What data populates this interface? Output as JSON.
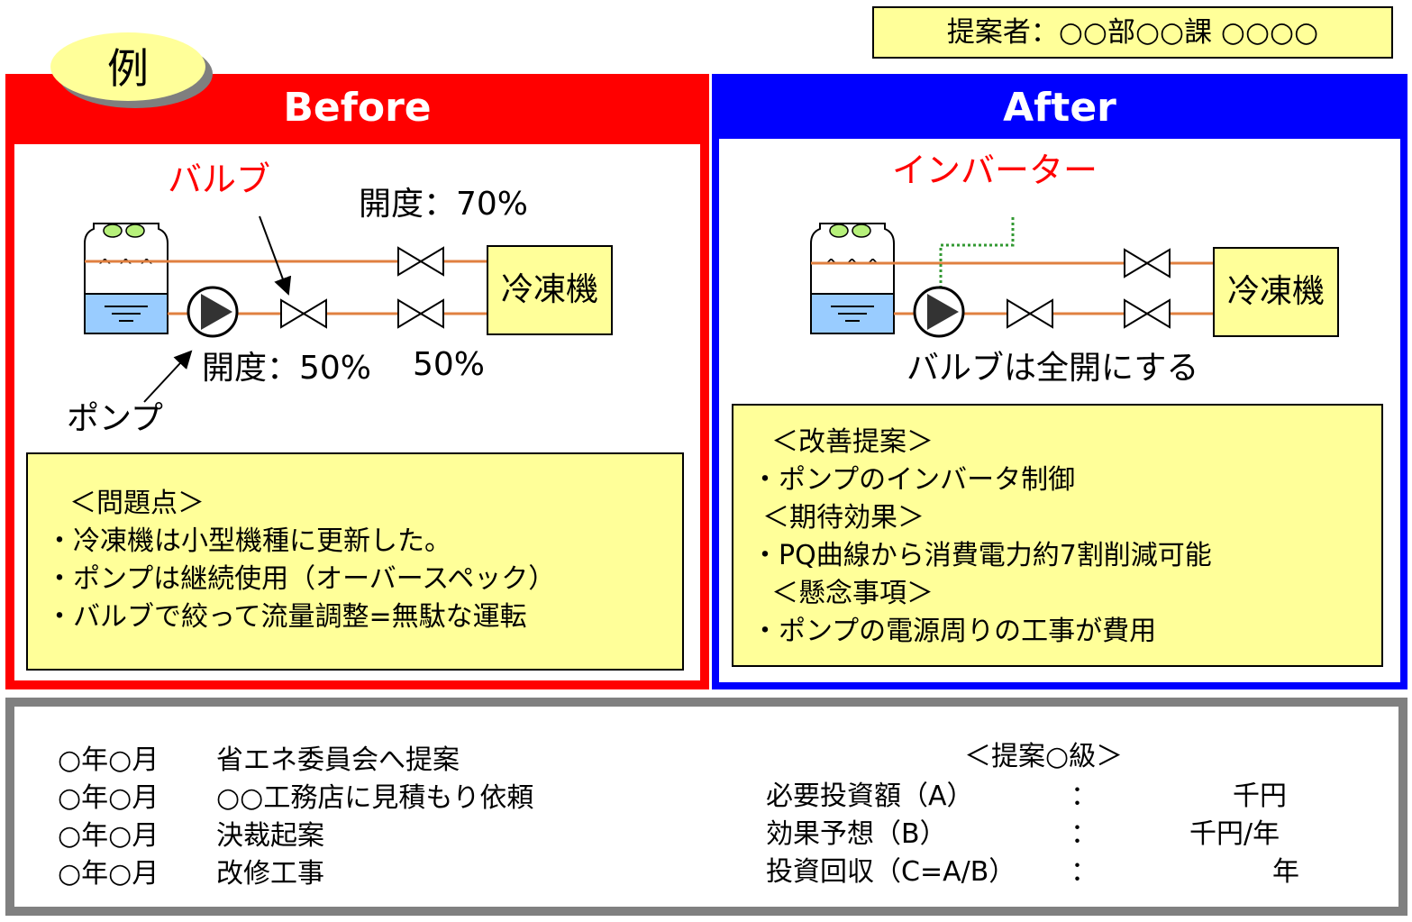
{
  "proposer": "提案者：○○部○○課 ○○○○",
  "example_badge": "例",
  "before": {
    "title": "Before",
    "valve_label": "バルブ",
    "opening_top": "開度：70%",
    "opening_mid": "開度：50%",
    "opening_right": "50%",
    "pump_label": "ポンプ",
    "chiller": "冷凍機",
    "note": {
      "heading": "＜問題点＞",
      "lines": [
        "・冷凍機は小型機種に更新した。",
        "・ポンプは継続使用（オーバースペック）",
        "・バルブで絞って流量調整=無駄な運転"
      ]
    }
  },
  "after": {
    "title": "After",
    "inverter_label": "インバーター",
    "valve_note": "バルブは全開にする",
    "chiller": "冷凍機",
    "note": {
      "heading1": "＜改善提案＞",
      "line1": "・ポンプのインバータ制御",
      "heading2": "＜期待効果＞",
      "line2": "・PQ曲線から消費電力約7割削減可能",
      "heading3": "＜懸念事項＞",
      "line3": "・ポンプの電源周りの工事が費用"
    }
  },
  "schedule": [
    {
      "date": "○年○月",
      "task": "省エネ委員会へ提案"
    },
    {
      "date": "○年○月",
      "task": "○○工務店に見積もり依頼"
    },
    {
      "date": "○年○月",
      "task": "決裁起案"
    },
    {
      "date": "○年○月",
      "task": "改修工事"
    }
  ],
  "summary": {
    "heading": "＜提案○級＞",
    "rows": [
      {
        "label": "必要投資額（A）",
        "sep": "：",
        "unit": "千円"
      },
      {
        "label": "効果予想（B）",
        "sep": "：",
        "unit": "千円/年"
      },
      {
        "label": "投資回収（C=A/B）",
        "sep": "：",
        "unit": "年"
      }
    ]
  },
  "colors": {
    "before": "#ff0000",
    "after": "#0000ff",
    "note_bg": "#ffff99",
    "pipe": "#e08040",
    "water": "#99ccff",
    "inverter_line": "#339933",
    "frame": "#808080"
  }
}
